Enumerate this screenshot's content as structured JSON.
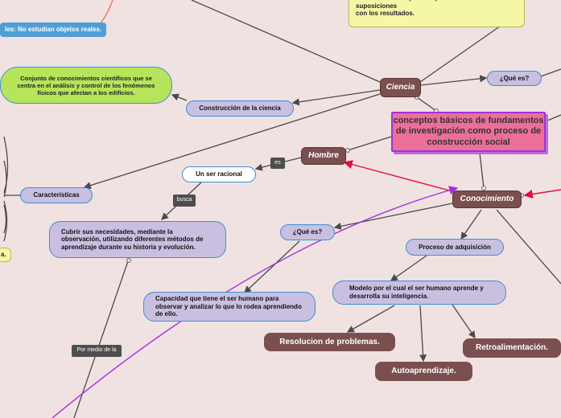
{
  "nodes": {
    "central": "conceptos básicos de fundamentos de investigación como proceso de construcción social",
    "ciencia": "Ciencia",
    "que_es_top": "¿Qué es?",
    "construccion": "Construcción de la ciencia",
    "conjunto": "Conjunto de conocimientos científicos que se centra en el análisis y control de los fenómenos físicos que afectan a los edificios.",
    "no_estudian": "les: No estudian objetos reales.",
    "conclusion": "Conclusión: Compara las predicciones o suposiciones\n con los resultados.",
    "hombre": "Hombre",
    "es_tag": "es",
    "racional": "Un ser racional",
    "busca_tag": "busca",
    "caracteristicas": "Características",
    "cubrir": "Cubrir sus necesidades, mediante la observación, utilizando diferentes métodos de aprendizaje durante su historia y evolución.",
    "conocimiento": "Conocimiento",
    "que_es_mid": "¿Qué es?",
    "proceso": "Proceso de adquisición",
    "capacidad": "Capacidad que tiene el ser humano para observar y analizar lo que lo rodea aprendiendo de ello.",
    "modelo": "Modelo por el cual el ser humano aprende y desarrolla su inteligencia.",
    "resolucion": "Resolucion de problemas.",
    "retro": "Retroalimentación.",
    "auto": "Autoaprendizaje.",
    "por_medio": "Por medio de la",
    "left_fragment": "a."
  },
  "colors": {
    "background": "#f0e2e1",
    "lavender": "#c9bfe0",
    "dark_node": "#7b4f4f",
    "central_fill": "#ec6e9a",
    "central_border": "#9b36d4",
    "green_node": "#b6e45a",
    "yellow_node": "#f4f7a6",
    "blue_node": "#4f9fd6",
    "edge": "#4a4a4a",
    "red_arrow": "#e0103c",
    "purple_line": "#a12ee0",
    "orange_line": "#e8664a"
  }
}
